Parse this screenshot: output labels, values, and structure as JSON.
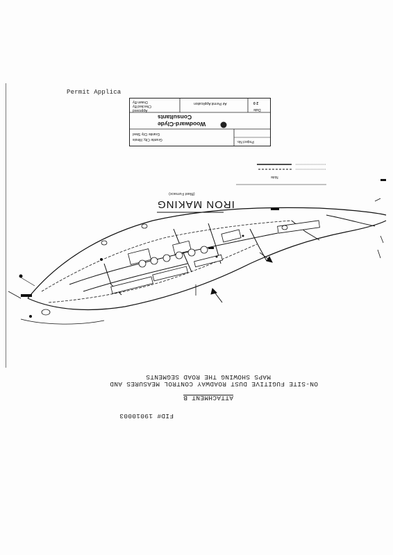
{
  "header": {
    "label": "Permit Applica"
  },
  "title_block": {
    "company": "Woodward-Clyde",
    "consultants": "Consultants",
    "sheet_number": "2 0",
    "client": "Granite City Steel",
    "location": "Granite City, Illinois",
    "project": "Air Permit Application",
    "date_label": "Date",
    "row_labels": [
      "Drawn By",
      "Checked By",
      "Approved"
    ],
    "project_no_label": "Project No."
  },
  "legend": {
    "label": "Note"
  },
  "map": {
    "title": "IRON MAKING",
    "subtitle": "(Blast Furnace)"
  },
  "caption": {
    "line1": "MAPS SHOWING THE ROAD SEGMENTS",
    "line2": "ON-SITE FUGITIVE DUST ROADWAY CONTROL MEASURES AND",
    "attachment": "ATTACHMENT B",
    "facility_id": "FID# 19010003"
  }
}
